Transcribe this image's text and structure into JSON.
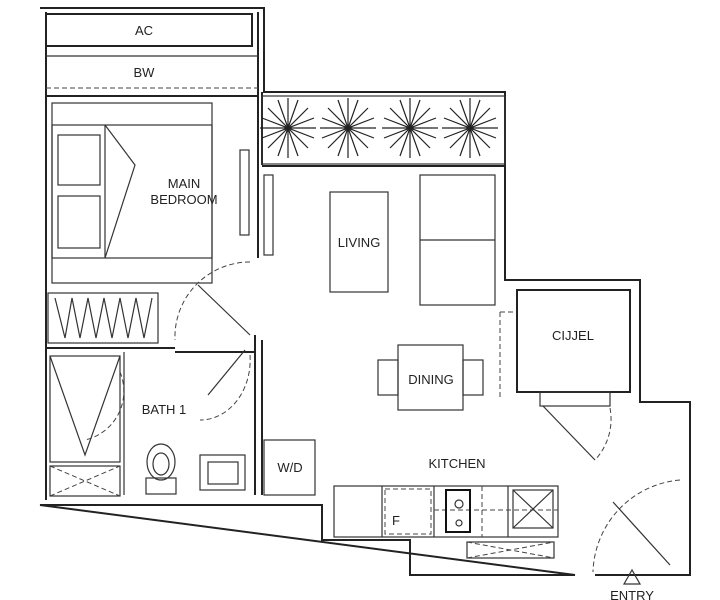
{
  "labels": {
    "ac": "AC",
    "bw": "BW",
    "main_bedroom_1": "MAIN",
    "main_bedroom_2": "BEDROOM",
    "living": "LIVING",
    "dining": "DINING",
    "bath": "BATH 1",
    "wd": "W/D",
    "kitchen": "KITCHEN",
    "fridge": "F",
    "closet": "CIJJEL",
    "entry": "ENTRY"
  }
}
